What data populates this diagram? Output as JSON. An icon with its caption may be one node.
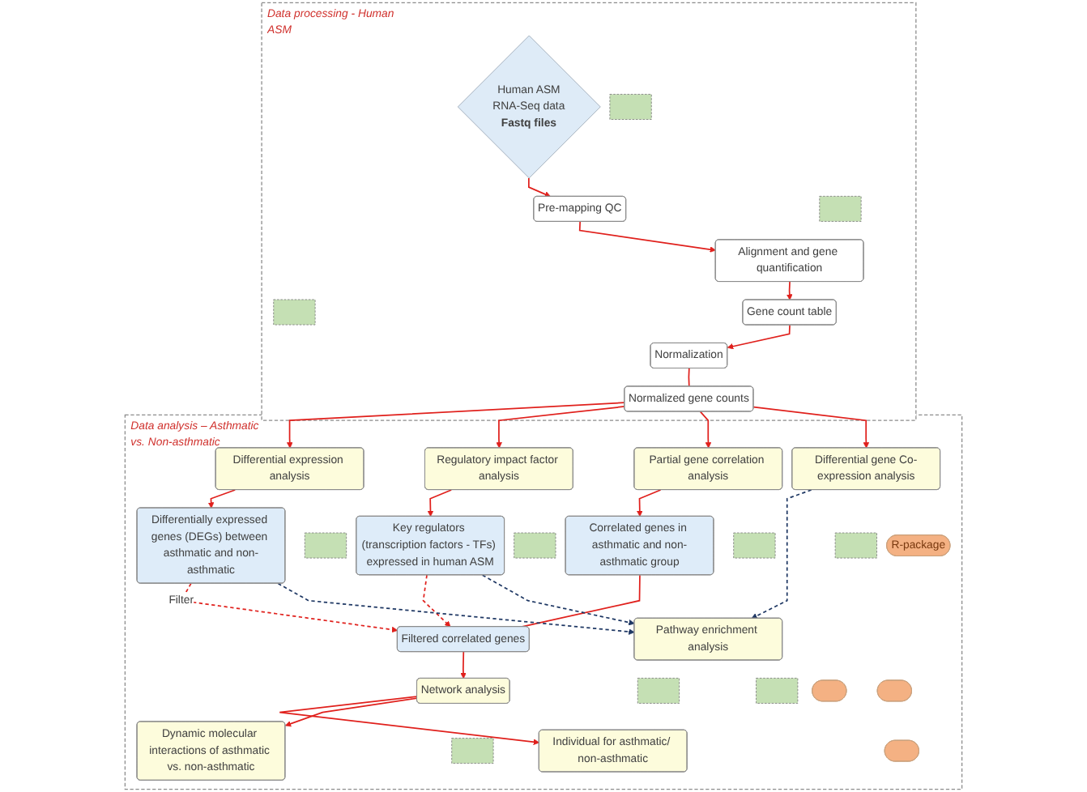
{
  "diagram": {
    "nodes": [
      {
        "text": [
          "Data processing - Human ASM"
        ]
      },
      {
        "text": [
          "Human ASM RNA-Seq data",
          "Fastq files"
        ],
        "in": 0
      },
      {
        "text": [
          "Normalized gene counts"
        ],
        "in": 0
      },
      {
        "text": [],
        "shape": "box",
        "in": 0
      },
      {
        "text": [],
        "shape": "box",
        "in": 0
      },
      {
        "text": [
          "Pre-mapping QC"
        ],
        "in": 0
      },
      {
        "text": [
          "Normalization"
        ],
        "in": 0
      },
      {
        "text": [],
        "shape": "box",
        "in": 0
      },
      {
        "text": [
          "Alignment and gene quantification"
        ],
        "in": 0
      },
      {
        "text": [
          "Gene count table"
        ],
        "in": 0
      },
      {
        "text": [
          "Data analysis – Asthmatic vs. Non-asthmatic"
        ]
      },
      {
        "text": [],
        "shape": "box",
        "in": 10
      },
      {
        "text": [],
        "shape": "box",
        "in": 10
      },
      {
        "text": [],
        "shape": "box",
        "in": 10
      },
      {
        "text": [
          "R-package"
        ],
        "in": 10
      },
      {
        "text": [],
        "shape": "box",
        "in": 10
      },
      {
        "text": [
          "Differential expression analysis"
        ],
        "in": 10
      },
      {
        "text": [
          "Regulatory impact factor analysis"
        ],
        "in": 10
      },
      {
        "text": [
          "Partial gene correlation analysis"
        ],
        "in": 10
      },
      {
        "text": [
          "Differential gene Co-expression analysis"
        ],
        "in": 10
      },
      {
        "text": [
          "Differentially expressed genes (DEGs) between asthmatic and non-asthmatic"
        ],
        "in": 10
      },
      {
        "text": [
          "Key regulators (transcription factors - TFs) expressed in human ASM"
        ],
        "in": 10
      },
      {
        "text": [
          "Correlated genes in asthmatic and non-asthmatic group"
        ],
        "in": 10
      },
      {
        "text": [
          "Pathway enrichment analysis"
        ],
        "in": 10
      },
      {
        "text": [],
        "shape": "box",
        "in": 10
      },
      {
        "text": [],
        "shape": "ellipse",
        "in": 10
      },
      {
        "text": [],
        "shape": "box",
        "in": 10
      },
      {
        "text": [],
        "shape": "ellipse",
        "in": 10
      },
      {
        "text": [
          "Individual for asthmatic/ non-asthmatic"
        ],
        "in": 10
      },
      {
        "text": [
          "Network analysis"
        ],
        "in": 10
      },
      {
        "text": [
          "Filtered correlated genes"
        ],
        "in": 10
      },
      {
        "text": [
          "Dynamic molecular interactions of asthmatic vs. non-asthmatic"
        ],
        "in": 10
      },
      {
        "text": [],
        "shape": "box",
        "in": 10
      },
      {
        "text": [],
        "shape": "ellipse",
        "in": 10
      }
    ],
    "edges": [
      {
        "from": 1,
        "to": 5,
        "arrow": "to"
      },
      {
        "from": 5,
        "to": 8,
        "arrow": "to"
      },
      {
        "from": 8,
        "to": 9,
        "arrow": "to"
      },
      {
        "from": 9,
        "to": 6,
        "arrow": "to"
      },
      {
        "from": 6,
        "to": 2,
        "arrow": "none"
      },
      {
        "from": 2,
        "to": 16,
        "arrow": "to"
      },
      {
        "from": 2,
        "to": 17,
        "arrow": "to"
      },
      {
        "from": 2,
        "to": 18,
        "arrow": "to"
      },
      {
        "from": 2,
        "to": 19,
        "arrow": "to"
      },
      {
        "from": 16,
        "to": 20,
        "arrow": "to"
      },
      {
        "from": 17,
        "to": 21,
        "arrow": "to"
      },
      {
        "from": 18,
        "to": 22,
        "arrow": "to"
      },
      {
        "from": 19,
        "to": 23,
        "arrow": "to",
        "style": "dashed",
        "color": "#1f3864"
      },
      {
        "from": 20,
        "to": 30,
        "arrow": "to",
        "style": "dashed",
        "label": "Filter"
      },
      {
        "from": 21,
        "to": 30,
        "arrow": "to",
        "style": "dashed"
      },
      {
        "from": 22,
        "to": 30,
        "arrow": "none"
      },
      {
        "from": 20,
        "to": 23,
        "arrow": "to",
        "style": "dashed",
        "color": "#1f3864"
      },
      {
        "from": 21,
        "to": 23,
        "arrow": "to",
        "style": "dashed",
        "color": "#1f3864"
      },
      {
        "from": 30,
        "to": 29,
        "arrow": "to"
      },
      {
        "from": 29,
        "to": 28,
        "arrow": "to"
      },
      {
        "from": 29,
        "to": 31,
        "arrow": "to"
      }
    ]
  }
}
